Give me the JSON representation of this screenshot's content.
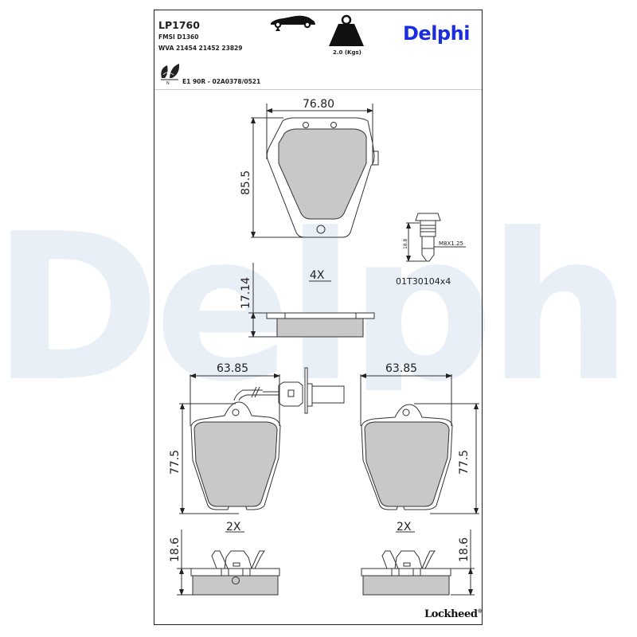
{
  "header": {
    "part_number": "LP1760",
    "fmsi": "FMSI D1360",
    "wva": "WVA 21454 21452 23829",
    "eco_approval": "E1 90R - 02A0378/0521",
    "weight": "2.0 (Kgs)",
    "brand": "Delphi",
    "brand_color": "#1a2ee0",
    "icons": [
      "car-axle-icon",
      "weight-icon",
      "eco-leaf-icon"
    ]
  },
  "watermark": {
    "text": "Delphi",
    "color": "#e8eef6"
  },
  "top_pad": {
    "width": "76.80",
    "height": "85.5",
    "thickness": "17.14",
    "quantity": "4X"
  },
  "bolt": {
    "thread": "M8X1.25",
    "length": "18.8",
    "code": "01T30104x4"
  },
  "left_pad": {
    "width": "63.85",
    "height": "77.5",
    "thickness": "18.6",
    "quantity": "2X",
    "has_wear_sensor": true
  },
  "right_pad": {
    "width": "63.85",
    "height": "77.5",
    "thickness": "18.6",
    "quantity": "2X"
  },
  "footer": {
    "manufacturer": "Lockheed",
    "registered": "®"
  },
  "colors": {
    "friction_material": "#c8c8c8",
    "line": "#333333"
  }
}
